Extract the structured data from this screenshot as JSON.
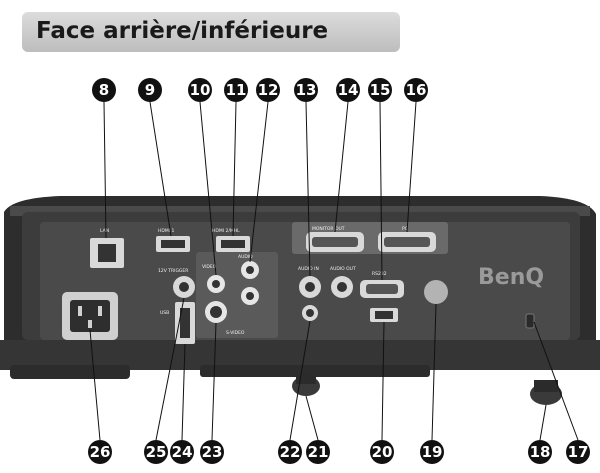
{
  "title": "Face arrière/inférieure",
  "brand": "BenQ",
  "port_labels": {
    "lan": "LAN",
    "hdmi1": "HDMI 1",
    "hdmi2": "HDMI 2/MHL",
    "video": "VIDEO",
    "audio": "AUDIO",
    "audio_in": "AUDIO IN",
    "audio_out": "AUDIO OUT",
    "monitor_out": "MONITOR OUT",
    "pc": "PC",
    "rs232": "RS232",
    "trigger": "12V TRIGGER",
    "usb": "USB",
    "svideo": "S-VIDEO"
  },
  "callouts": [
    {
      "id": "8"
    },
    {
      "id": "9"
    },
    {
      "id": "10"
    },
    {
      "id": "11"
    },
    {
      "id": "12"
    },
    {
      "id": "13"
    },
    {
      "id": "14"
    },
    {
      "id": "15"
    },
    {
      "id": "16"
    },
    {
      "id": "26"
    },
    {
      "id": "25"
    },
    {
      "id": "24"
    },
    {
      "id": "23"
    },
    {
      "id": "22"
    },
    {
      "id": "21"
    },
    {
      "id": "20"
    },
    {
      "id": "19"
    },
    {
      "id": "18"
    },
    {
      "id": "17"
    }
  ]
}
